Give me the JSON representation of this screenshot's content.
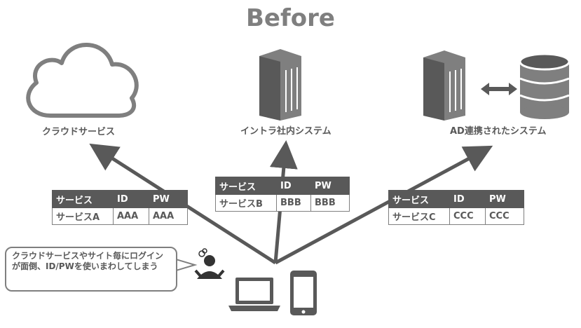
{
  "title": "Before",
  "nodes": {
    "cloud": {
      "label": "クラウドサービス",
      "icon": "cloud-icon"
    },
    "intranet": {
      "label": "イントラ社内システム",
      "icon": "server-icon"
    },
    "ad": {
      "label": "AD連携されたシステム",
      "icons": [
        "server-icon",
        "bidirectional-arrow-icon",
        "database-icon"
      ]
    }
  },
  "tables": [
    {
      "headers": [
        "サービス",
        "ID",
        "PW"
      ],
      "row": [
        "サービスA",
        "AAA",
        "AAA"
      ]
    },
    {
      "headers": [
        "サービス",
        "ID",
        "PW"
      ],
      "row": [
        "サービスB",
        "BBB",
        "BBB"
      ]
    },
    {
      "headers": [
        "サービス",
        "ID",
        "PW"
      ],
      "row": [
        "サービスC",
        "CCC",
        "CCC"
      ]
    }
  ],
  "callout": {
    "text": "クラウドサービスやサイト毎にログインが面倒、ID/PWを使いまわしてしまう",
    "icons": [
      "confused-user-icon",
      "laptop-icon",
      "smartphone-icon"
    ]
  },
  "colors": {
    "dark": "#595959",
    "mid": "#7f7f7f"
  }
}
